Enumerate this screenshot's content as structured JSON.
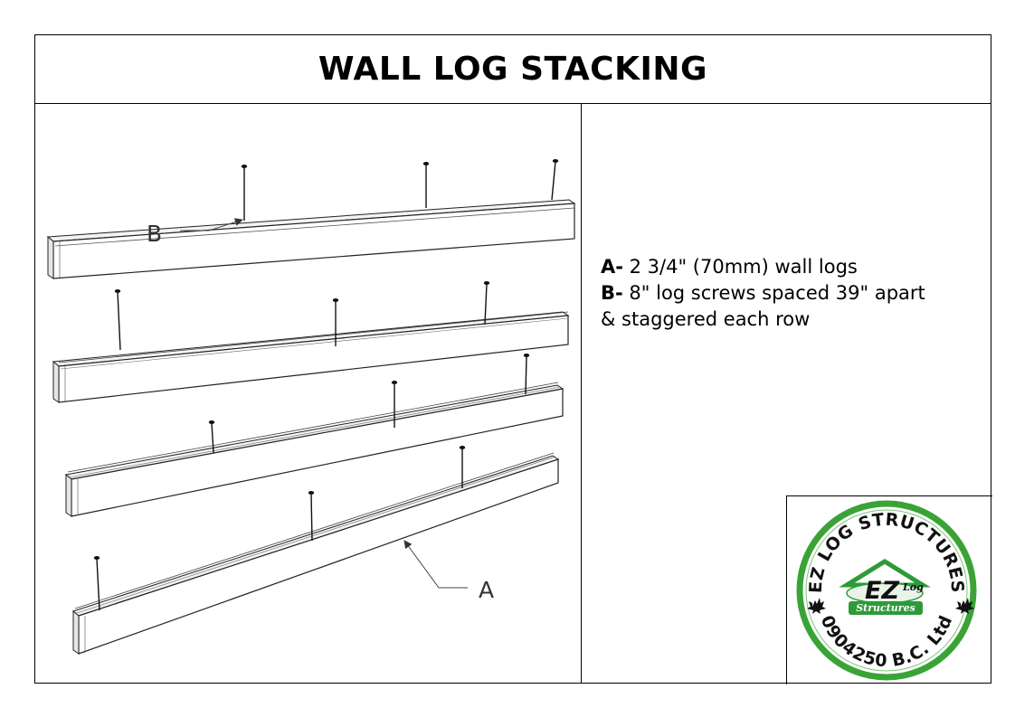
{
  "title": "WALL LOG STACKING",
  "callouts": {
    "a": "A",
    "b": "B"
  },
  "legend": [
    {
      "key": "A-",
      "text": " 2 3/4\" (70mm) wall logs"
    },
    {
      "key": "B-",
      "text": " 8\" log screws spaced 39\" apart"
    },
    {
      "key": "",
      "text": "& staggered each row"
    }
  ],
  "logo": {
    "arc_top": "EZ LOG STRUCTURES",
    "arc_bottom": "0904250 B.C. Ltd",
    "emblem_main": "EZ",
    "emblem_log": "Log",
    "emblem_structures": "Structures",
    "ring_color": "#3aa335",
    "emblem_color": "#2e9a3a"
  }
}
